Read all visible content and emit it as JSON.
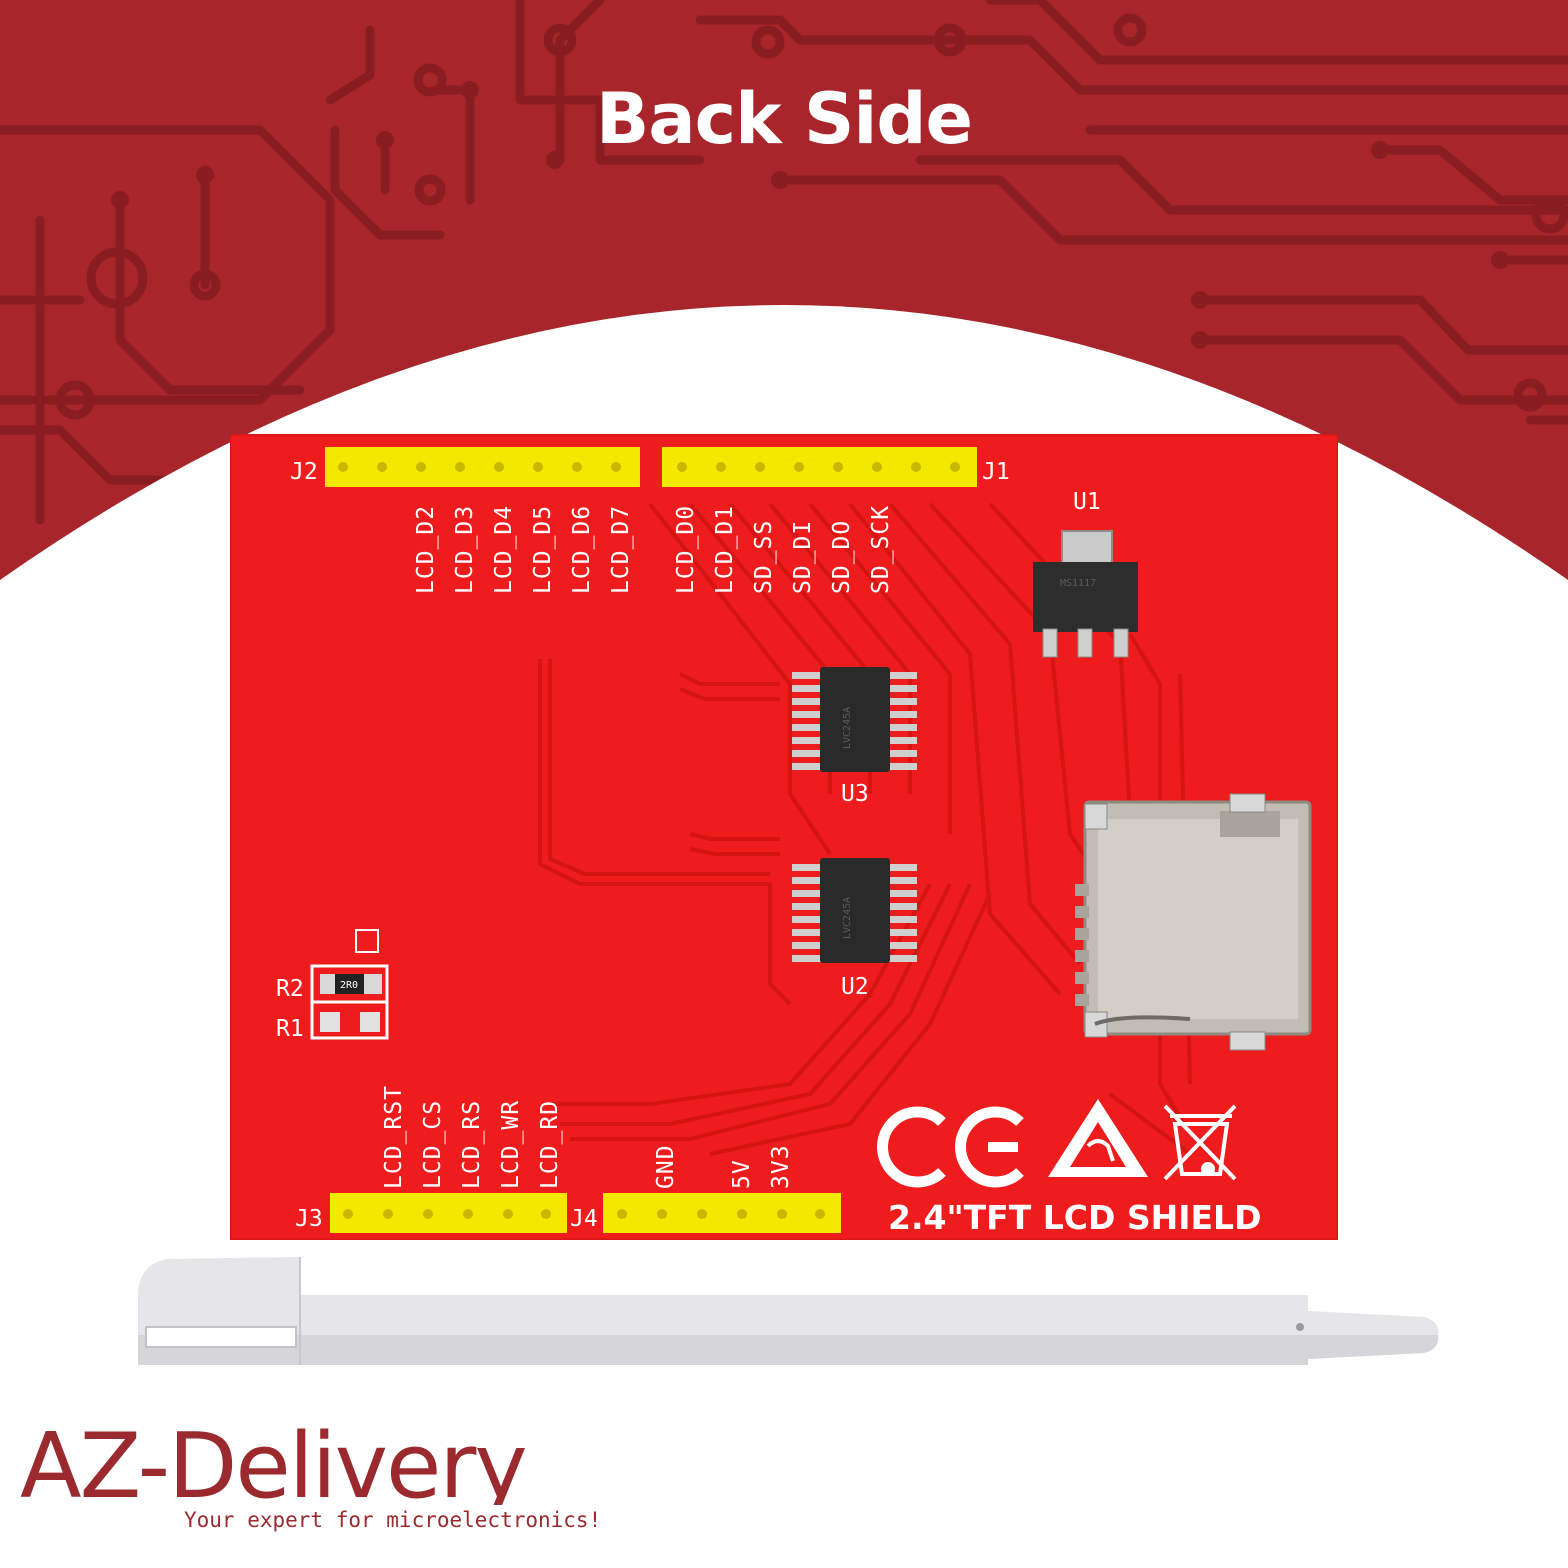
{
  "heading": "Back Side",
  "board": {
    "header_j2": {
      "label": "J2",
      "pins": 8
    },
    "header_j1": {
      "label": "J1",
      "pins": 8
    },
    "header_j3": {
      "label": "J3",
      "pins": 6
    },
    "header_j4": {
      "label": "J4",
      "pins": 6
    },
    "j2_pin_labels": [
      "LCD_D2",
      "LCD_D3",
      "LCD_D4",
      "LCD_D5",
      "LCD_D6",
      "LCD_D7"
    ],
    "j1_pin_labels": [
      "LCD_D0",
      "LCD_D1",
      "SD_SS",
      "SD_DI",
      "SD_DO",
      "SD_SCK"
    ],
    "j3_pin_labels": [
      "LCD_RST",
      "LCD_CS",
      "LCD_RS",
      "LCD_WR",
      "LCD_RD"
    ],
    "j4_pin_labels": [
      "GND",
      "5V",
      "3V3"
    ],
    "regulator": {
      "ref": "U1",
      "marking": "MS1117"
    },
    "buffer_top": {
      "ref": "U3",
      "marking": "LVC245A"
    },
    "buffer_bottom": {
      "ref": "U2",
      "marking": "LVC245A"
    },
    "resistors": [
      {
        "ref": "R2",
        "marking": "2R0"
      },
      {
        "ref": "R1",
        "marking": ""
      }
    ],
    "title": "2.4\"TFT LCD SHIELD",
    "marks": [
      "ce-mark",
      "esd-warning-icon",
      "weee-bin-icon"
    ],
    "color": "#ee1c1c"
  },
  "brand": {
    "logo": "AZ-Delivery",
    "tagline": "Your expert for microelectronics!",
    "color": "#9b2a2f"
  },
  "colors": {
    "background_red": "#a8262b",
    "trace_dark": "#8a1d22",
    "header_yellow": "#f2e800",
    "white": "#ffffff"
  }
}
